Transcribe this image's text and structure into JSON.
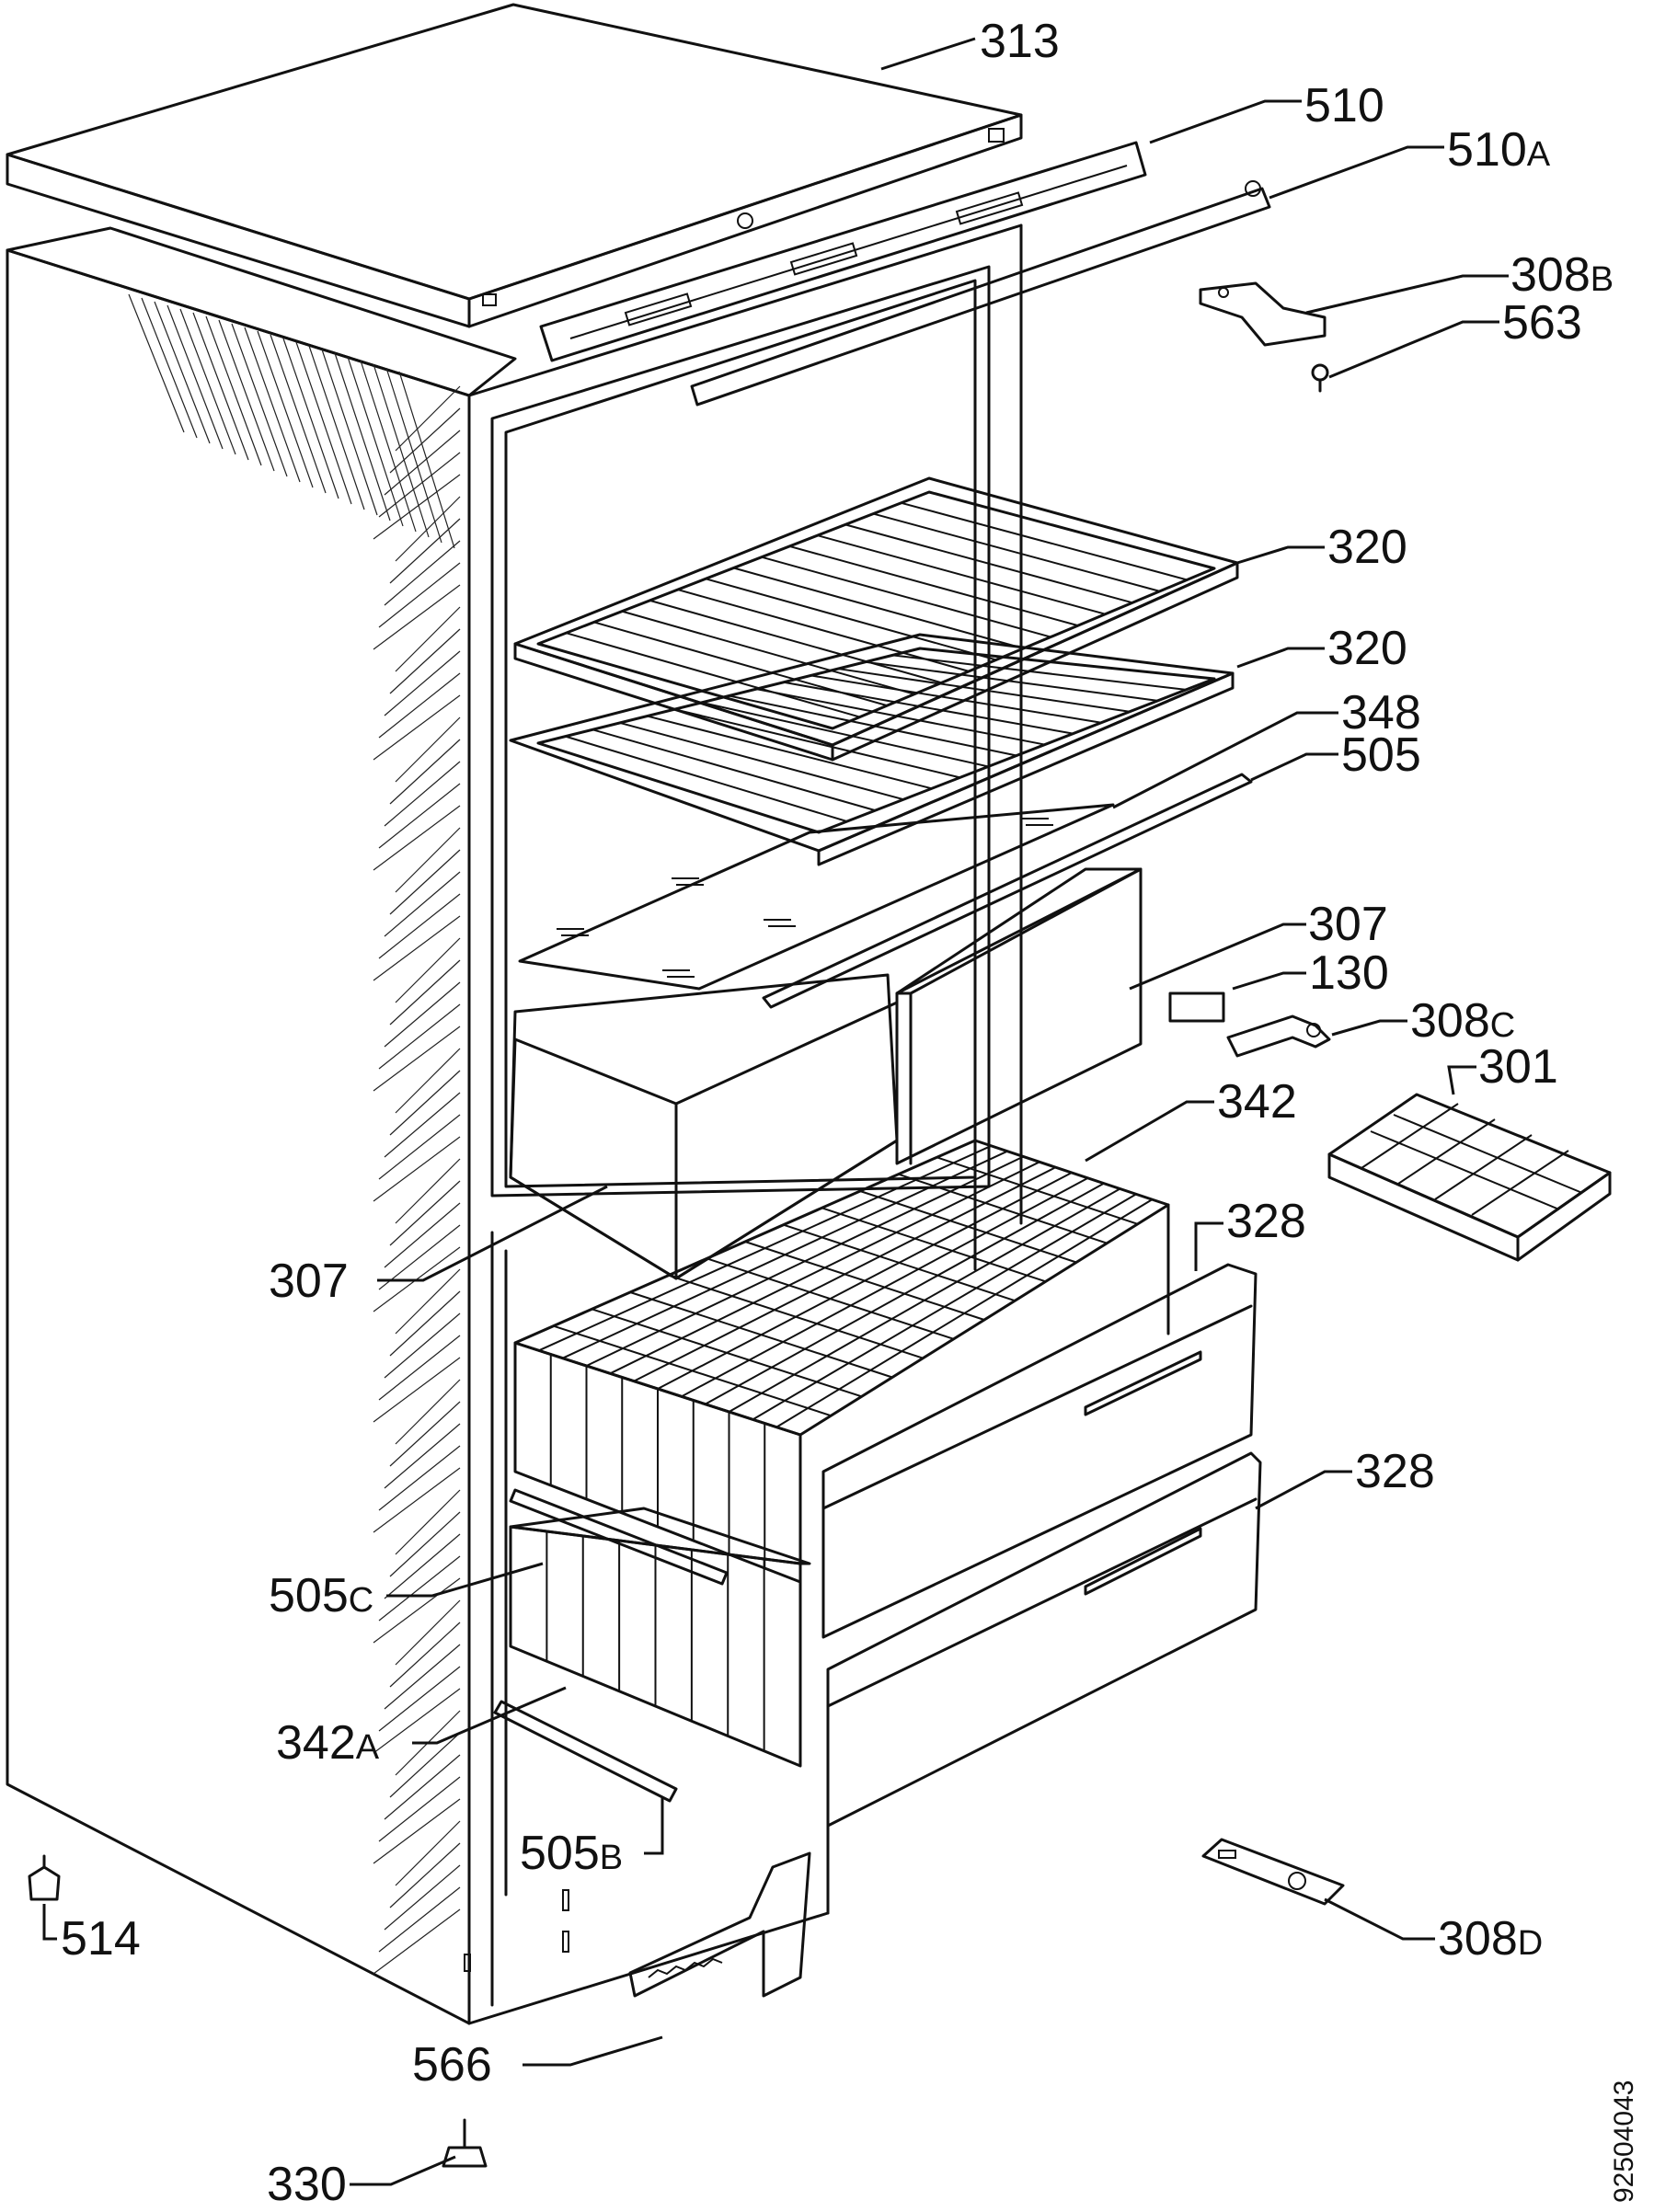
{
  "callouts": [
    {
      "id": "313-top-cover",
      "num": "313",
      "suffix": ""
    },
    {
      "id": "510-front-trim",
      "num": "510",
      "suffix": ""
    },
    {
      "id": "510a-trim-strip",
      "num": "510",
      "suffix": "A"
    },
    {
      "id": "308b-top-hinge",
      "num": "308",
      "suffix": "B"
    },
    {
      "id": "563-hinge-pin",
      "num": "563",
      "suffix": ""
    },
    {
      "id": "320-upper-shelf",
      "num": "320",
      "suffix": ""
    },
    {
      "id": "320-lower-shelf",
      "num": "320",
      "suffix": ""
    },
    {
      "id": "348-glass-plate",
      "num": "348",
      "suffix": ""
    },
    {
      "id": "505-rail",
      "num": "505",
      "suffix": ""
    },
    {
      "id": "307-right-drawer",
      "num": "307",
      "suffix": ""
    },
    {
      "id": "130-cover-plate",
      "num": "130",
      "suffix": ""
    },
    {
      "id": "308c-middle-hinge",
      "num": "308",
      "suffix": "C"
    },
    {
      "id": "301-ice-tray",
      "num": "301",
      "suffix": ""
    },
    {
      "id": "342-upper-basket",
      "num": "342",
      "suffix": ""
    },
    {
      "id": "328-upper-flap",
      "num": "328",
      "suffix": ""
    },
    {
      "id": "307-left-drawer",
      "num": "307",
      "suffix": ""
    },
    {
      "id": "328-lower-flap",
      "num": "328",
      "suffix": ""
    },
    {
      "id": "505c-basket-rail",
      "num": "505",
      "suffix": "C"
    },
    {
      "id": "342a-lower-basket",
      "num": "342",
      "suffix": "A"
    },
    {
      "id": "505b-bottom-rail",
      "num": "505",
      "suffix": "B"
    },
    {
      "id": "514-foot",
      "num": "514",
      "suffix": ""
    },
    {
      "id": "308d-bottom-hinge",
      "num": "308",
      "suffix": "D"
    },
    {
      "id": "566-scraper",
      "num": "566",
      "suffix": ""
    },
    {
      "id": "330-adjustable-foot",
      "num": "330",
      "suffix": ""
    }
  ],
  "document_id": "92504043"
}
